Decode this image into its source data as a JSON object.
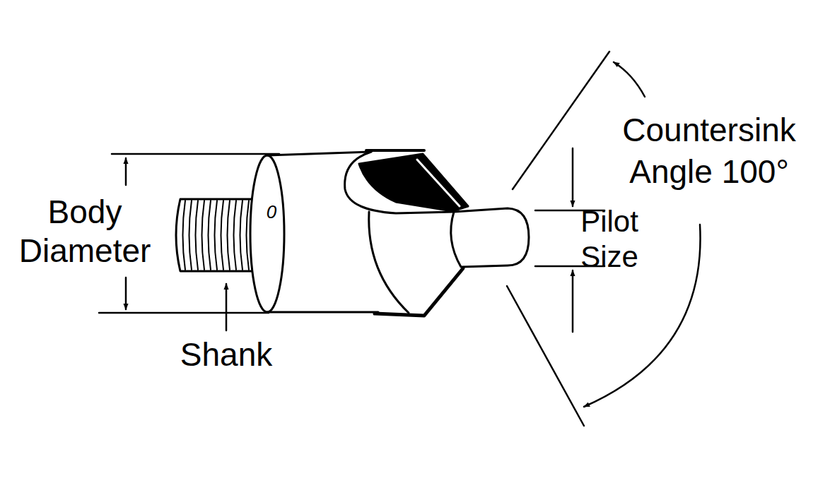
{
  "diagram": {
    "labels": [
      "Body Diameter",
      "Shank",
      "0",
      "Pilot Size",
      "Countersink Angle 100°"
    ]
  }
}
